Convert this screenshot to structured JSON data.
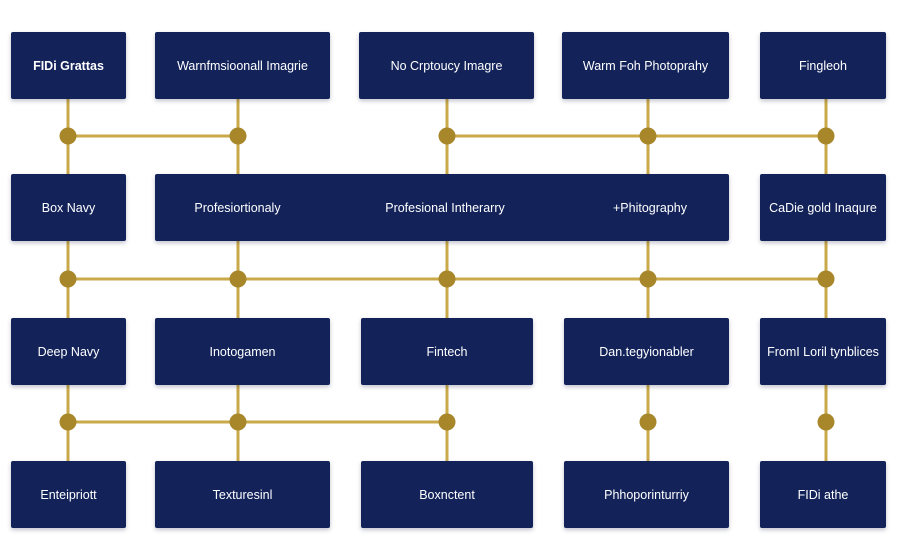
{
  "colors": {
    "node_fill": "#13235a",
    "node_text": "#ffffff",
    "connector_gold": "#c9a94a",
    "junction_gold": "#a8862a",
    "background": "#ffffff"
  },
  "rows": [
    {
      "nodes": [
        {
          "id": "r1c1",
          "label": "FIDi Grattas"
        },
        {
          "id": "r1c2",
          "label": "Warnfmsioonall Imagrie"
        },
        {
          "id": "r1c3",
          "label": "No Crptoucy Imagre"
        },
        {
          "id": "r1c4",
          "label": "Warm Foh Photoprahy"
        },
        {
          "id": "r1c5",
          "label": "Fingleoh"
        }
      ]
    },
    {
      "nodes": [
        {
          "id": "r2c1",
          "label": "Box Navy"
        },
        {
          "id": "r2wide",
          "segments": [
            "Profesiortionaly",
            "Profesional Intherarry",
            "+Phitography"
          ]
        },
        {
          "id": "r2c5",
          "label": "CaDie gold Inaqure"
        }
      ]
    },
    {
      "nodes": [
        {
          "id": "r3c1",
          "label": "Deep Navy"
        },
        {
          "id": "r3c2",
          "label": "Inotogamen"
        },
        {
          "id": "r3c3",
          "label": "Fintech"
        },
        {
          "id": "r3c4",
          "label": "Dan.tegyionabler"
        },
        {
          "id": "r3c5",
          "label": "FromI Loril tynblices"
        }
      ]
    },
    {
      "nodes": [
        {
          "id": "r4c1",
          "label": "Enteipriott"
        },
        {
          "id": "r4c2",
          "label": "Texturesinl"
        },
        {
          "id": "r4c3",
          "label": "Boxnctent"
        },
        {
          "id": "r4c4",
          "label": "Phhoporinturriy"
        },
        {
          "id": "r4c5",
          "label": "FIDi athe"
        }
      ]
    }
  ]
}
